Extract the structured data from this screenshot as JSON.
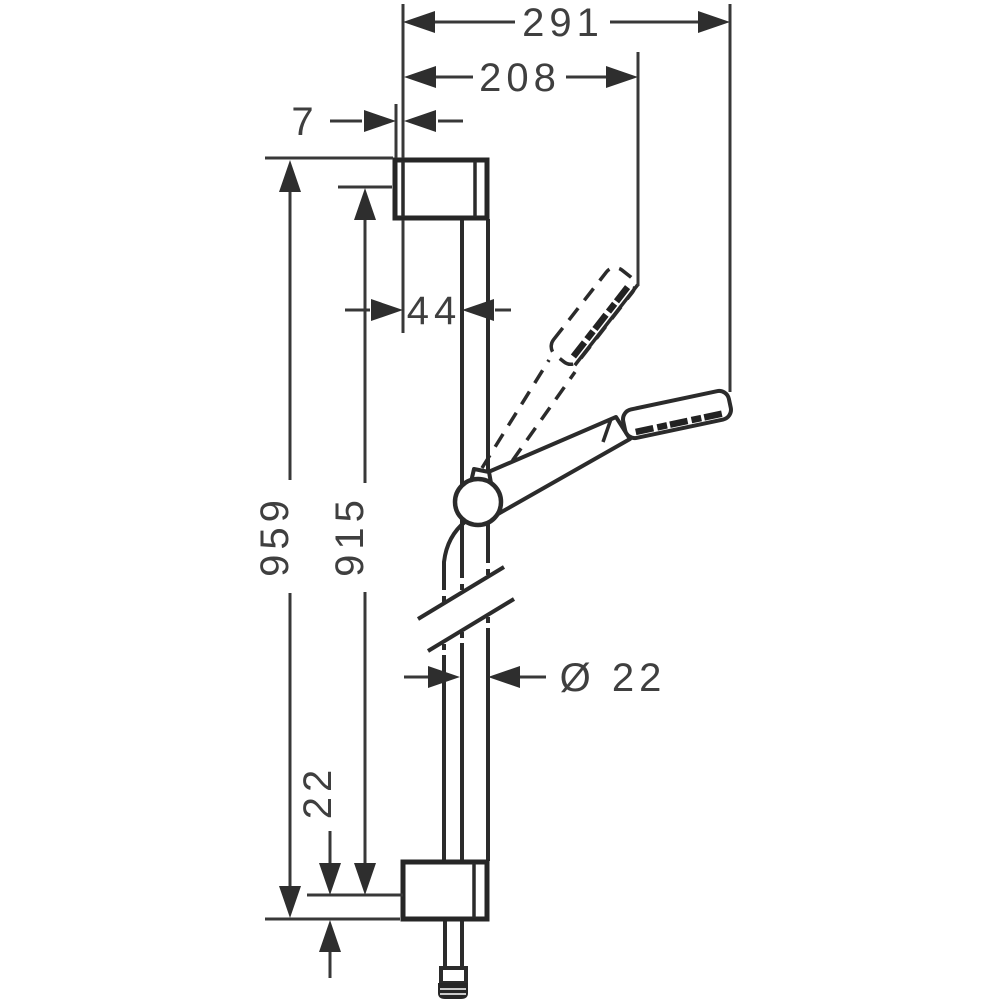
{
  "drawing": {
    "product": "shower-slide-bar-set-technical-drawing",
    "dimensions": {
      "overall_projection": "291",
      "head_projection": "208",
      "wall_plate_offset": "7",
      "bar_to_wall": "44",
      "overall_height": "959",
      "bar_height": "915",
      "bar_diameter": "Ø 22",
      "bracket_height": "22"
    }
  }
}
